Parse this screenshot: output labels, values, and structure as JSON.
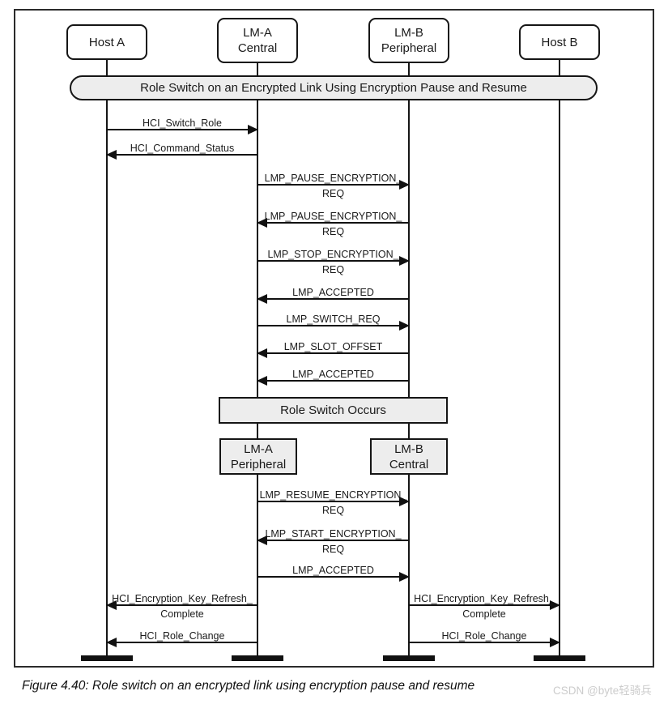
{
  "banner": "Role Switch on an Encrypted Link Using Encryption Pause and Resume",
  "actors": [
    {
      "id": "host-a",
      "line1": "Host A",
      "line2": ""
    },
    {
      "id": "lm-a",
      "line1": "LM-A",
      "line2": "Central"
    },
    {
      "id": "lm-b",
      "line1": "LM-B",
      "line2": "Peripheral"
    },
    {
      "id": "host-b",
      "line1": "Host B",
      "line2": ""
    }
  ],
  "role_switch_box": "Role Switch Occurs",
  "post_switch_actors": [
    {
      "id": "lm-a-after",
      "line1": "LM-A",
      "line2": "Peripheral"
    },
    {
      "id": "lm-b-after",
      "line1": "LM-B",
      "line2": "Central"
    }
  ],
  "messages": [
    {
      "line1": "HCI_Switch_Role",
      "line2": "",
      "from": "Host A",
      "to": "LM-A",
      "direction": "right"
    },
    {
      "line1": "HCI_Command_Status",
      "line2": "",
      "from": "LM-A",
      "to": "Host A",
      "direction": "left"
    },
    {
      "line1": "LMP_PAUSE_ENCRYPTION_",
      "line2": "REQ",
      "from": "LM-A",
      "to": "LM-B",
      "direction": "right"
    },
    {
      "line1": "LMP_PAUSE_ENCRYPTION_",
      "line2": "REQ",
      "from": "LM-B",
      "to": "LM-A",
      "direction": "left"
    },
    {
      "line1": "LMP_STOP_ENCRYPTION_",
      "line2": "REQ",
      "from": "LM-A",
      "to": "LM-B",
      "direction": "right"
    },
    {
      "line1": "LMP_ACCEPTED",
      "line2": "",
      "from": "LM-B",
      "to": "LM-A",
      "direction": "left"
    },
    {
      "line1": "LMP_SWITCH_REQ",
      "line2": "",
      "from": "LM-A",
      "to": "LM-B",
      "direction": "right"
    },
    {
      "line1": "LMP_SLOT_OFFSET",
      "line2": "",
      "from": "LM-B",
      "to": "LM-A",
      "direction": "left"
    },
    {
      "line1": "LMP_ACCEPTED",
      "line2": "",
      "from": "LM-B",
      "to": "LM-A",
      "direction": "left"
    },
    {
      "line1": "LMP_RESUME_ENCRYPTION_",
      "line2": "REQ",
      "from": "LM-A",
      "to": "LM-B",
      "direction": "right"
    },
    {
      "line1": "LMP_START_ENCRYPTION_",
      "line2": "REQ",
      "from": "LM-B",
      "to": "LM-A",
      "direction": "left"
    },
    {
      "line1": "LMP_ACCEPTED",
      "line2": "",
      "from": "LM-A",
      "to": "LM-B",
      "direction": "right"
    },
    {
      "line1": "HCI_Encryption_Key_Refresh_",
      "line2": "Complete",
      "from": "LM-A",
      "to": "Host A",
      "direction": "left"
    },
    {
      "line1": "HCI_Encryption_Key_Refresh_",
      "line2": "Complete",
      "from": "LM-B",
      "to": "Host B",
      "direction": "right"
    },
    {
      "line1": "HCI_Role_Change",
      "line2": "",
      "from": "LM-A",
      "to": "Host A",
      "direction": "left"
    },
    {
      "line1": "HCI_Role_Change",
      "line2": "",
      "from": "LM-B",
      "to": "Host B",
      "direction": "right"
    }
  ],
  "caption": "Figure 4.40: Role switch on an encrypted link using encryption pause and resume",
  "watermark": "CSDN @byte轻骑兵",
  "colors": {
    "line": "#111111",
    "box_fill": "#ededed",
    "box_border": "#151515",
    "watermark": "#cccccc"
  }
}
